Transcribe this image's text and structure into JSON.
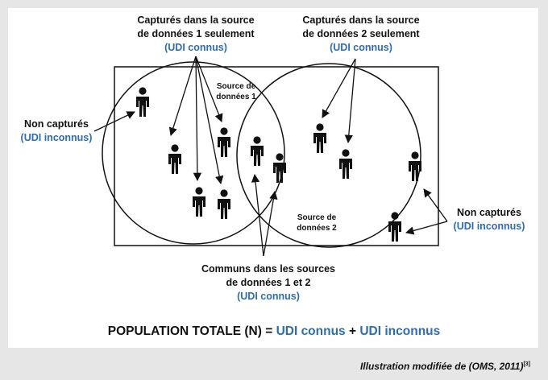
{
  "labels": {
    "source1_only": {
      "line1": "Capturés dans la source",
      "line2": "de données 1 seulement",
      "tag": "(UDI connus)"
    },
    "source2_only": {
      "line1": "Capturés dans la source",
      "line2": "de données 2 seulement",
      "tag": "(UDI connus)"
    },
    "uncaptured_left": {
      "line1": "Non capturés",
      "tag": "(UDI inconnus)"
    },
    "uncaptured_right": {
      "line1": "Non capturés",
      "tag": "(UDI inconnus)"
    },
    "common": {
      "line1": "Communs dans les sources",
      "line2": "de données 1 et 2",
      "tag": "(UDI connus)"
    },
    "source1_circle": {
      "line1": "Source de",
      "line2": "données 1"
    },
    "source2_circle": {
      "line1": "Source de",
      "line2": "données 2"
    }
  },
  "formula": {
    "prefix": "POPULATION TOTALE (N) = ",
    "known": "UDI connus",
    "plus": " + ",
    "unknown": "UDI inconnus"
  },
  "caption": {
    "text": "Illustration modifiée de (OMS, 2011)",
    "ref": "[3]"
  },
  "colors": {
    "accent_blue": "#2e6db0",
    "ink": "#111111",
    "frame": "#e6e6e6"
  },
  "icons": [
    "person-icon"
  ]
}
